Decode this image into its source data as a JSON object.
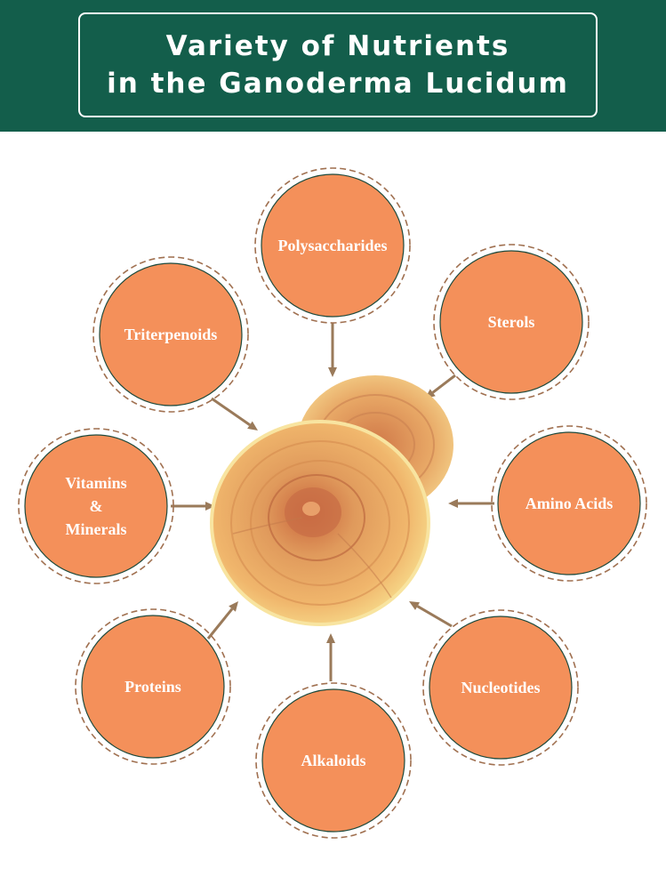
{
  "header": {
    "title_line1": "Variety of Nutrients",
    "title_line2": "in the Ganoderma Lucidum"
  },
  "center_image": {
    "icon": "ganoderma-mushroom-icon"
  },
  "nutrients": [
    {
      "id": "polysaccharides",
      "lines": [
        "Polysaccharides"
      ]
    },
    {
      "id": "sterols",
      "lines": [
        "Sterols"
      ]
    },
    {
      "id": "amino-acids",
      "lines": [
        "Amino Acids"
      ]
    },
    {
      "id": "nucleotides",
      "lines": [
        "Nucleotides"
      ]
    },
    {
      "id": "alkaloids",
      "lines": [
        "Alkaloids"
      ]
    },
    {
      "id": "proteins",
      "lines": [
        "Proteins"
      ]
    },
    {
      "id": "vitamins-minerals",
      "lines": [
        "Vitamins",
        "&",
        "Minerals"
      ]
    },
    {
      "id": "triterpenoids",
      "lines": [
        "Triterpenoids"
      ]
    }
  ],
  "colors": {
    "header_bg": "#135e4b",
    "circle_fill": "#f4905a",
    "dashed_ring": "#a07050",
    "arrow": "#9a7a5a"
  }
}
